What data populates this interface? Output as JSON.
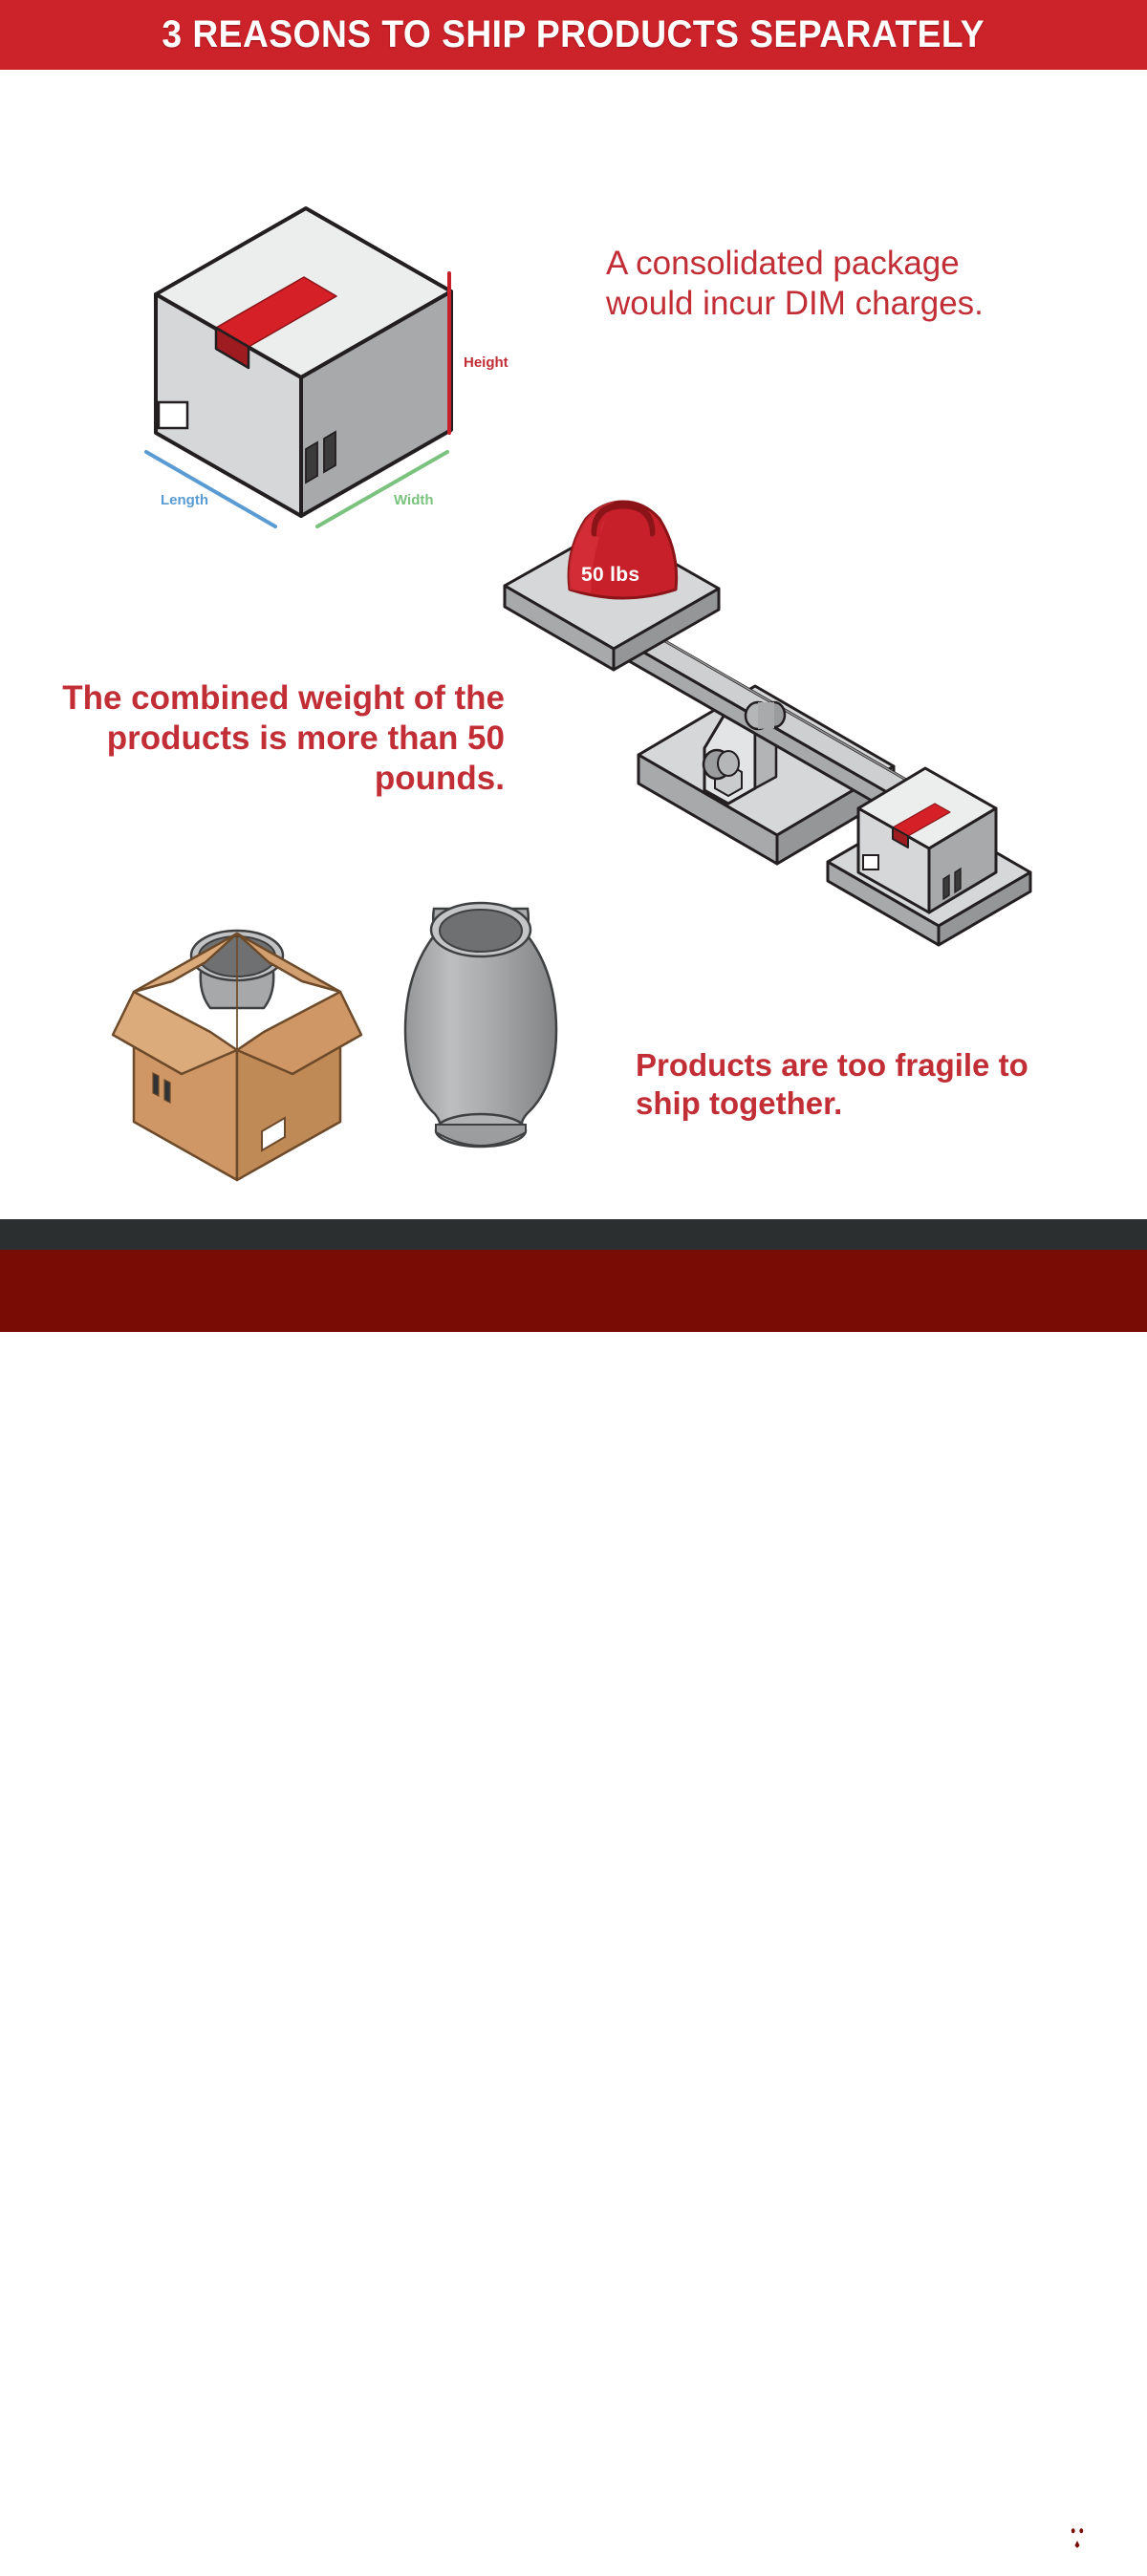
{
  "header": {
    "title": "3 REASONS TO SHIP PRODUCTS SEPARATELY",
    "background_color": "#cc2229",
    "text_color": "#ffffff"
  },
  "colors": {
    "brand_red": "#cc2229",
    "text_red": "#c22e36",
    "footer_red": "#7a0c06",
    "footer_stripe": "#2b2f2f",
    "length_blue": "#5a9bd4",
    "width_green": "#7ac27e",
    "cardboard": "#d9a274",
    "box_light": "#eceded",
    "box_mid": "#c9cbcb",
    "box_dark": "#a7a9ab",
    "tape_red": "#d62027",
    "outline": "#231f20"
  },
  "reasons": [
    {
      "id": "dim-charges",
      "text": "A consolidated package would incur DIM charges.",
      "align": "left"
    },
    {
      "id": "combined-weight",
      "text": "The combined weight of the products is more than 50 pounds.",
      "align": "right"
    },
    {
      "id": "too-fragile",
      "text": "Products are too fragile to ship together.",
      "align": "left"
    }
  ],
  "illustrations": {
    "shipping_box": {
      "name": "isometric-shipping-box",
      "dimension_labels": {
        "height": "Height",
        "length": "Length",
        "width": "Width"
      }
    },
    "balance_scale": {
      "name": "balance-scale",
      "weight_label": "50 lbs",
      "left_pan_contents": "50 lbs weight",
      "right_pan_contents": "shipping box"
    },
    "fragile_items": {
      "name": "open-box-with-vase",
      "items": [
        "open cardboard box containing vase",
        "gray ceramic vase"
      ]
    }
  },
  "footer": {
    "logo_name": "stag-head-logo"
  }
}
